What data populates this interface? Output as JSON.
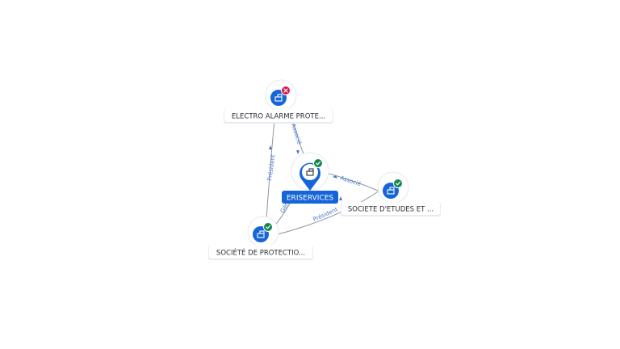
{
  "graph": {
    "center": {
      "label": "ERISERVICES",
      "status": "active"
    },
    "nodes": [
      {
        "id": "electro",
        "label": "ELECTRO ALARME PROTE...",
        "status": "closed"
      },
      {
        "id": "etudes",
        "label": "SOCIETE D'ETUDES ET ...",
        "status": "active"
      },
      {
        "id": "protection",
        "label": "SOCIÉTÉ DE PROTECTIO...",
        "status": "active"
      }
    ],
    "edges": [
      {
        "from": "electro",
        "to": "center",
        "label": "Associé"
      },
      {
        "from": "etudes",
        "to": "center",
        "label": "Associé"
      },
      {
        "from": "protection",
        "to": "electro",
        "label": "Président"
      },
      {
        "from": "protection",
        "to": "center",
        "label": "Gérant"
      },
      {
        "from": "protection",
        "to": "center",
        "label": "Président"
      }
    ]
  },
  "colors": {
    "node": "#1565d8",
    "active_badge": "#17864b",
    "closed_badge": "#d6194b",
    "edge_label": "#4a78c9",
    "edge": "#8d96a3"
  },
  "icons": {
    "node": "building-icon",
    "active": "check-icon",
    "closed": "close-icon"
  }
}
